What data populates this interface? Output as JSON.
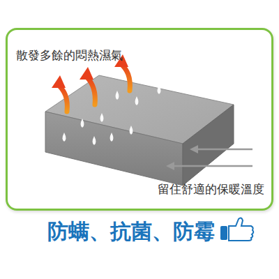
{
  "diagram": {
    "nodes": [
      {
        "text": [
          "散發多餘的悶熱濕氣",
          "留住舒適的保暖溫度"
        ]
      }
    ],
    "labels": [
      "防螨、抗菌、防霉"
    ]
  }
}
